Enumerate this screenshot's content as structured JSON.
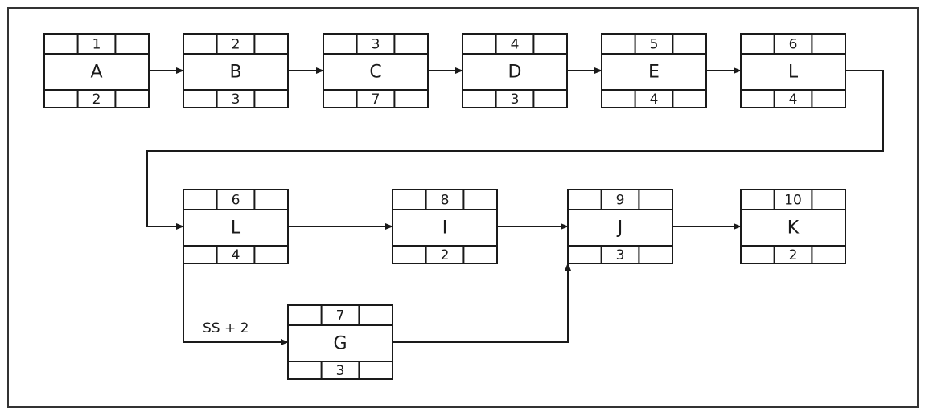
{
  "nodes": [
    {
      "id": "A1",
      "label": "A",
      "top": "1",
      "bottom": "2"
    },
    {
      "id": "B",
      "label": "B",
      "top": "2",
      "bottom": "3"
    },
    {
      "id": "C",
      "label": "C",
      "top": "3",
      "bottom": "7"
    },
    {
      "id": "D",
      "label": "D",
      "top": "4",
      "bottom": "3"
    },
    {
      "id": "E",
      "label": "E",
      "top": "5",
      "bottom": "4"
    },
    {
      "id": "L1",
      "label": "L",
      "top": "6",
      "bottom": "4"
    },
    {
      "id": "L2",
      "label": "L",
      "top": "6",
      "bottom": "4"
    },
    {
      "id": "I",
      "label": "I",
      "top": "8",
      "bottom": "2"
    },
    {
      "id": "J",
      "label": "J",
      "top": "9",
      "bottom": "3"
    },
    {
      "id": "K",
      "label": "K",
      "top": "10",
      "bottom": "2"
    },
    {
      "id": "G",
      "label": "G",
      "top": "7",
      "bottom": "3"
    }
  ],
  "edges": [
    {
      "from": "A1",
      "to": "B"
    },
    {
      "from": "B",
      "to": "C"
    },
    {
      "from": "C",
      "to": "D"
    },
    {
      "from": "D",
      "to": "E"
    },
    {
      "from": "E",
      "to": "L1"
    },
    {
      "from": "L1",
      "to": "L2"
    },
    {
      "from": "L2",
      "to": "I"
    },
    {
      "from": "I",
      "to": "J"
    },
    {
      "from": "J",
      "to": "K"
    },
    {
      "from": "L2",
      "to": "G",
      "label": "SS + 2"
    },
    {
      "from": "G",
      "to": "J"
    }
  ]
}
